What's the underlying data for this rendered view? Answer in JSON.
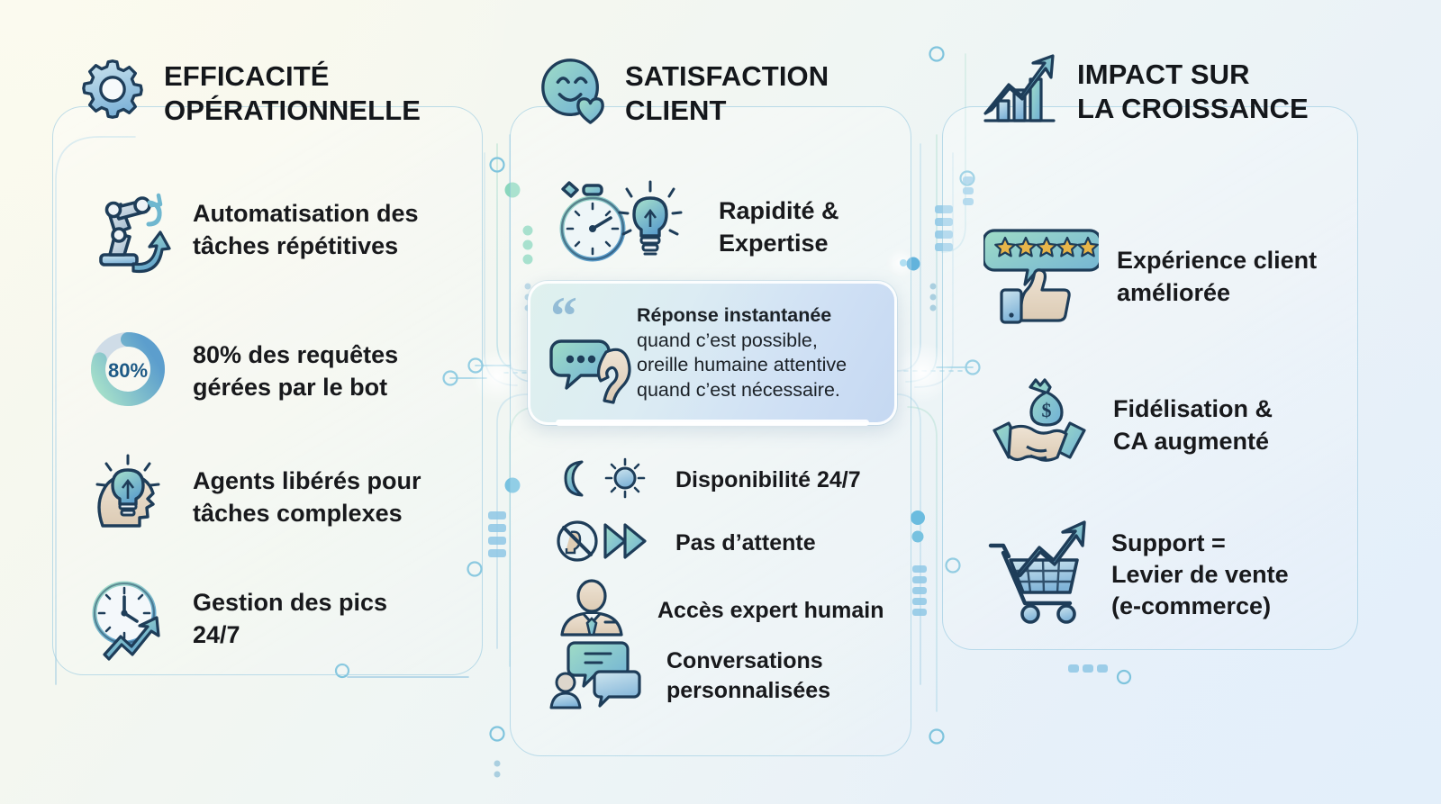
{
  "theme": {
    "bg_top_left": "#faf9ec",
    "bg_bottom_right": "#e4eefa",
    "accent_blue": "#4a90c4",
    "accent_mint": "#8fd9bd",
    "ink": "#14171b",
    "panel_border": "#8bc3dc",
    "quote_gradient_start": "#dff1ee",
    "quote_gradient_end": "#c5d8f2"
  },
  "columns": [
    {
      "id": "efficacite-operationnelle",
      "icon": "gear-icon",
      "title": "EFFICACITÉ\nOPÉRATIONNELLE",
      "items": [
        {
          "icon": "robot-arm-icon",
          "text": "Automatisation des\ntâches répétitives"
        },
        {
          "icon": "donut-chart-icon",
          "text": "80% des requêtes\ngérées par le bot",
          "value": "80%"
        },
        {
          "icon": "head-lightbulb-icon",
          "text": "Agents libérés pour\ntâches complexes"
        },
        {
          "icon": "clock-trend-icon",
          "text": "Gestion des pics\n24/7"
        }
      ]
    },
    {
      "id": "satisfaction-client",
      "icon": "smiley-heart-icon",
      "title": "SATISFACTION\nCLIENT",
      "items": [
        {
          "icon": "stopwatch-bulb-icon",
          "text": "Rapidité &\nExpertise"
        },
        {
          "icon": "moon-sun-icon",
          "text": "Disponibilité 24/7"
        },
        {
          "icon": "no-wait-fast-forward-icon",
          "text": "Pas d’attente"
        },
        {
          "icon": "agent-person-icon",
          "text": "Accès expert humain"
        },
        {
          "icon": "chat-bubbles-person-icon",
          "text": "Conversations\npersonnalisées"
        }
      ],
      "quote": {
        "mark": "“",
        "icon": "chat-ear-icon",
        "headline": "Réponse instantanée",
        "line2": "quand c’est possible,",
        "line3": "oreille humaine attentive",
        "line4": "quand c’est nécessaire."
      }
    },
    {
      "id": "impact-sur-la-croissance",
      "icon": "growth-chart-icon",
      "title": "IMPACT SUR\nLA CROISSANCE",
      "items": [
        {
          "icon": "five-star-thumbsup-icon",
          "text": "Expérience client\naméliorée",
          "stars": 5
        },
        {
          "icon": "handshake-money-icon",
          "text": "Fidélisation &\nCA augmenté"
        },
        {
          "icon": "cart-growth-icon",
          "text": "Support =\nLevier de vente\n(e-commerce)"
        }
      ]
    }
  ]
}
